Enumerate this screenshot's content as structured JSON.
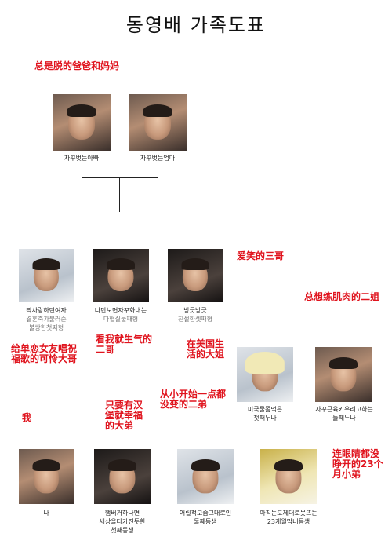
{
  "title": "동영배 가족도표",
  "annotations": {
    "parents": "总是脱的爸爸和妈妈",
    "third_brother": "爱笑的三哥",
    "second_sister": "总想练肌肉的二姐",
    "first_brother": "给单恋女友唱祝福歌的可怜大哥",
    "second_brother": "看我就生气的二哥",
    "first_sister": "在美国生活的大姐",
    "me": "我",
    "first_younger": "只要有汉堡就幸福的大弟",
    "second_younger": "从小开始一点都没变的二弟",
    "youngest": "连眼睛都没睁开的23个月小弟"
  },
  "members": {
    "dad": {
      "caption": "자꾸벗는아빠"
    },
    "mom": {
      "caption": "자꾸벗는엄마"
    },
    "bro1": {
      "caption": "짝사랑하던여자",
      "caption2": "결혼축가불러준",
      "caption3": "불쌍한첫째형"
    },
    "bro2": {
      "caption": "나만보면자꾸화내는",
      "caption2": "다혈질둘째형"
    },
    "bro3": {
      "caption": "방긋방긋",
      "caption2": "친절한셋째형"
    },
    "sis1": {
      "caption": "미국물좀먹은",
      "caption2": "첫째누나"
    },
    "sis2": {
      "caption": "자꾸근육키우려고하는",
      "caption2": "둘째누나"
    },
    "me": {
      "caption": "나"
    },
    "y1": {
      "caption": "햄버거하나면",
      "caption2": "세상을다가진듯한",
      "caption3": "첫째동생"
    },
    "y2": {
      "caption": "어릴적모습그대로인",
      "caption2": "둘째동생"
    },
    "y3": {
      "caption": "아직눈도제대로못뜨는",
      "caption2": "23개월막내동생"
    }
  }
}
